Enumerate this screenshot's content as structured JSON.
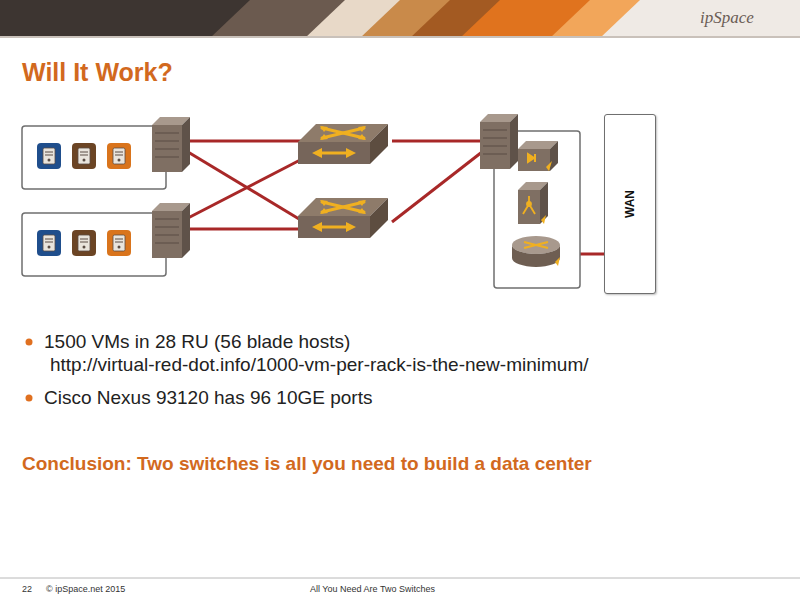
{
  "diagram": {
    "title": "Will It Work?",
    "nodes": [
      {
        "text": [
          "WAN"
        ]
      }
    ],
    "edges": [],
    "labels": [
      "ipSpace",
      "1500 VMs in 28 RU (56 blade hosts)",
      "http://virtual-red-dot.info/1000-vm-per-rack-is-the-new-minimum/",
      "Cisco Nexus 93120 has 96 10GE ports",
      "Conclusion: Two switches is all you need to build a data center",
      "22",
      "© ipSpace.net 2015",
      "All You Need Are Two Switches"
    ]
  }
}
